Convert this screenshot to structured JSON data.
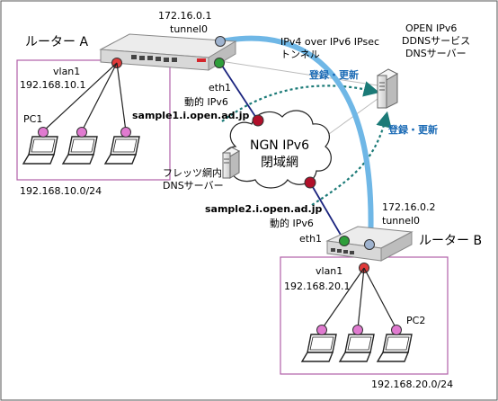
{
  "router_a": {
    "name": "ルーター A",
    "tunnel_ip": "172.16.0.1",
    "tunnel_if": "tunnel0",
    "eth_if": "eth1",
    "eth_addr": "動的 IPv6",
    "fqdn": "sample1.i.open.ad.jp",
    "lan_if": "vlan1",
    "lan_ip": "192.168.10.1",
    "lan_net": "192.168.10.0/24",
    "pc_label": "PC1"
  },
  "router_b": {
    "name": "ルーター B",
    "tunnel_ip": "172.16.0.2",
    "tunnel_if": "tunnel0",
    "eth_if": "eth1",
    "eth_addr": "動的 IPv6",
    "fqdn": "sample2.i.open.ad.jp",
    "lan_if": "vlan1",
    "lan_ip": "192.168.20.1",
    "lan_net": "192.168.20.0/24",
    "pc_label": "PC2"
  },
  "tunnel": {
    "line1": "IPv4 over IPv6 IPsec",
    "line2": "トンネル"
  },
  "ngn": {
    "line1": "NGN IPv6",
    "line2": "閉域網"
  },
  "flets_dns": {
    "line1": "フレッツ網内",
    "line2": "DNSサーバー"
  },
  "open_server": {
    "line1": "OPEN IPv6",
    "line2": "DDNSサービス",
    "line3": "DNSサーバー"
  },
  "register_label_a": "登録・更新",
  "register_label_b": "登録・更新",
  "colors": {
    "tunnel": "#6fb7e6",
    "wan_link": "#1a237e",
    "dotted": "#1b7a77",
    "lan_box": "#b05fa8",
    "router_led": "#d4252b",
    "pc_node": "#e07ad0"
  }
}
